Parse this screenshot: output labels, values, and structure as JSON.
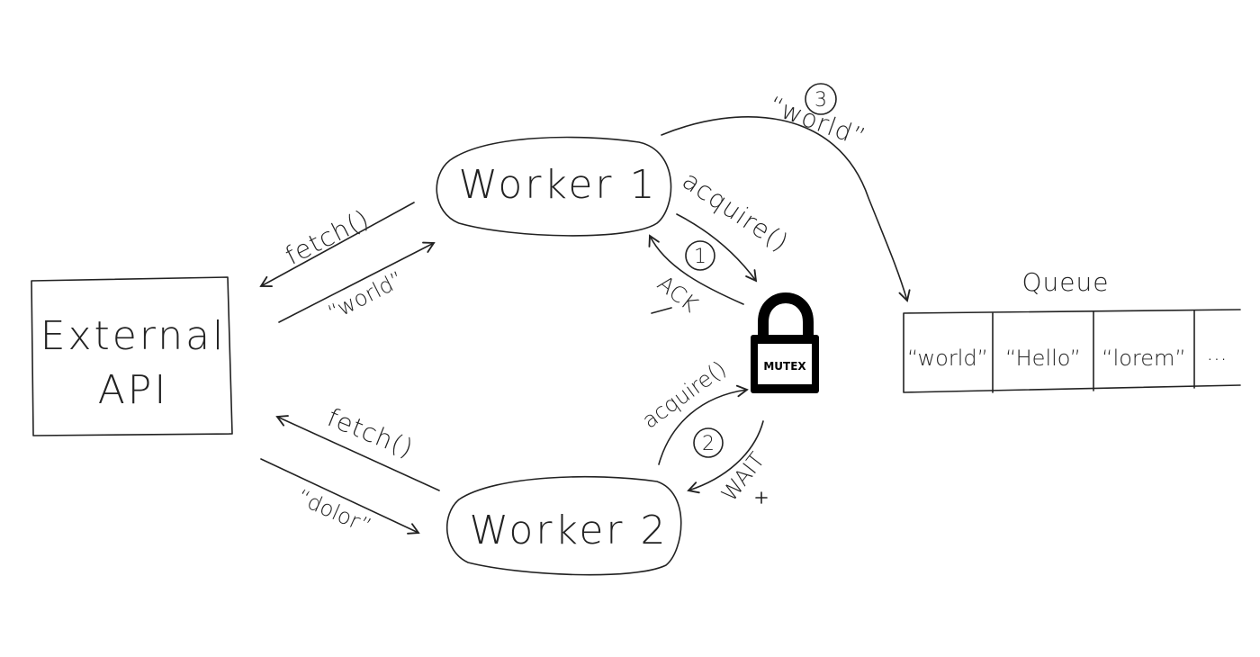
{
  "colors": {
    "ink": "#222222",
    "background": "#ffffff",
    "lock": "#000000"
  },
  "nodes": {
    "external_api": {
      "line1": "External",
      "line2": "API"
    },
    "worker1": "Worker 1",
    "worker2": "Worker 2",
    "mutex": "MUTEX",
    "queue": {
      "title": "Queue",
      "items": [
        "“world”",
        "“Hello”",
        "“lorem”",
        "..."
      ]
    }
  },
  "edges": {
    "w1_fetch": "fetch()",
    "w1_response": "“world”",
    "w2_fetch": "fetch()",
    "w2_response": "“dolor”",
    "w1_acquire": "acquire()",
    "w1_ack": "ACK",
    "w2_acquire": "acquire()",
    "w2_wait": "WAIT",
    "w1_enqueue": "“world”"
  },
  "steps": {
    "step1": "1",
    "step2": "2",
    "step3": "3"
  }
}
